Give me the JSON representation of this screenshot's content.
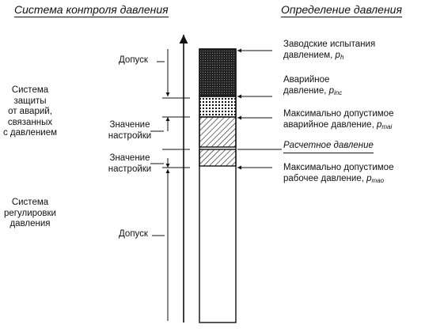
{
  "headers": {
    "left": "Система контроля давления",
    "right": "Определение давления"
  },
  "left_labels": {
    "protection_system": [
      "Система",
      "защиты",
      "от аварий,",
      "связанных",
      "с давлением"
    ],
    "regulation_system": [
      "Система",
      "регулировки",
      "давления"
    ]
  },
  "axis_labels": {
    "tolerance_top": "Допуск",
    "setting_1": [
      "Значение",
      "настройки"
    ],
    "setting_2": [
      "Значение",
      "настройки"
    ],
    "tolerance_bottom": "Допуск"
  },
  "right_labels": {
    "factory_test": {
      "line1": "Заводские испытания",
      "line2": "давлением, ",
      "symbol": "p",
      "sub": "h"
    },
    "emergency": {
      "line1": "Аварийное",
      "line2": "давление, ",
      "symbol": "p",
      "sub": "inc"
    },
    "max_emergency": {
      "line1": "Максимально допустимое",
      "line2": "аварийное давление, ",
      "symbol": "p",
      "sub": "mai"
    },
    "design": "Расчетное давление",
    "max_operating": {
      "line1": "Максимально допустимое",
      "line2": "рабочее давление, ",
      "symbol": "p",
      "sub": "mao"
    }
  }
}
